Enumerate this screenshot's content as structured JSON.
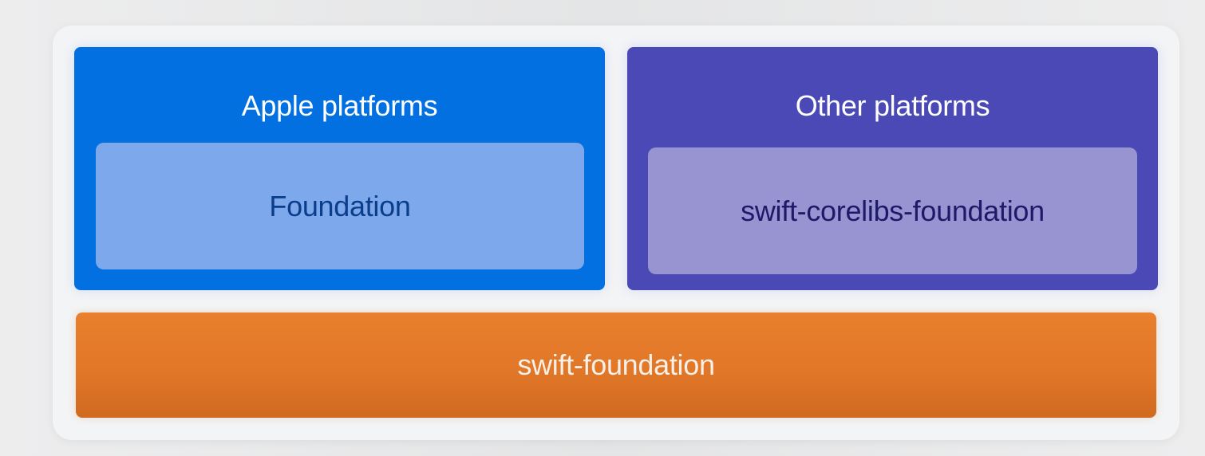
{
  "diagram": {
    "apple_platforms": {
      "title": "Apple platforms",
      "inner_label": "Foundation",
      "color": "#0370e2",
      "inner_color": "#7ea8ec"
    },
    "other_platforms": {
      "title": "Other platforms",
      "inner_label": "swift-corelibs-foundation",
      "color": "#4a49b5",
      "inner_color": "#9794d1"
    },
    "base": {
      "label": "swift-foundation",
      "color": "#e17728"
    }
  }
}
